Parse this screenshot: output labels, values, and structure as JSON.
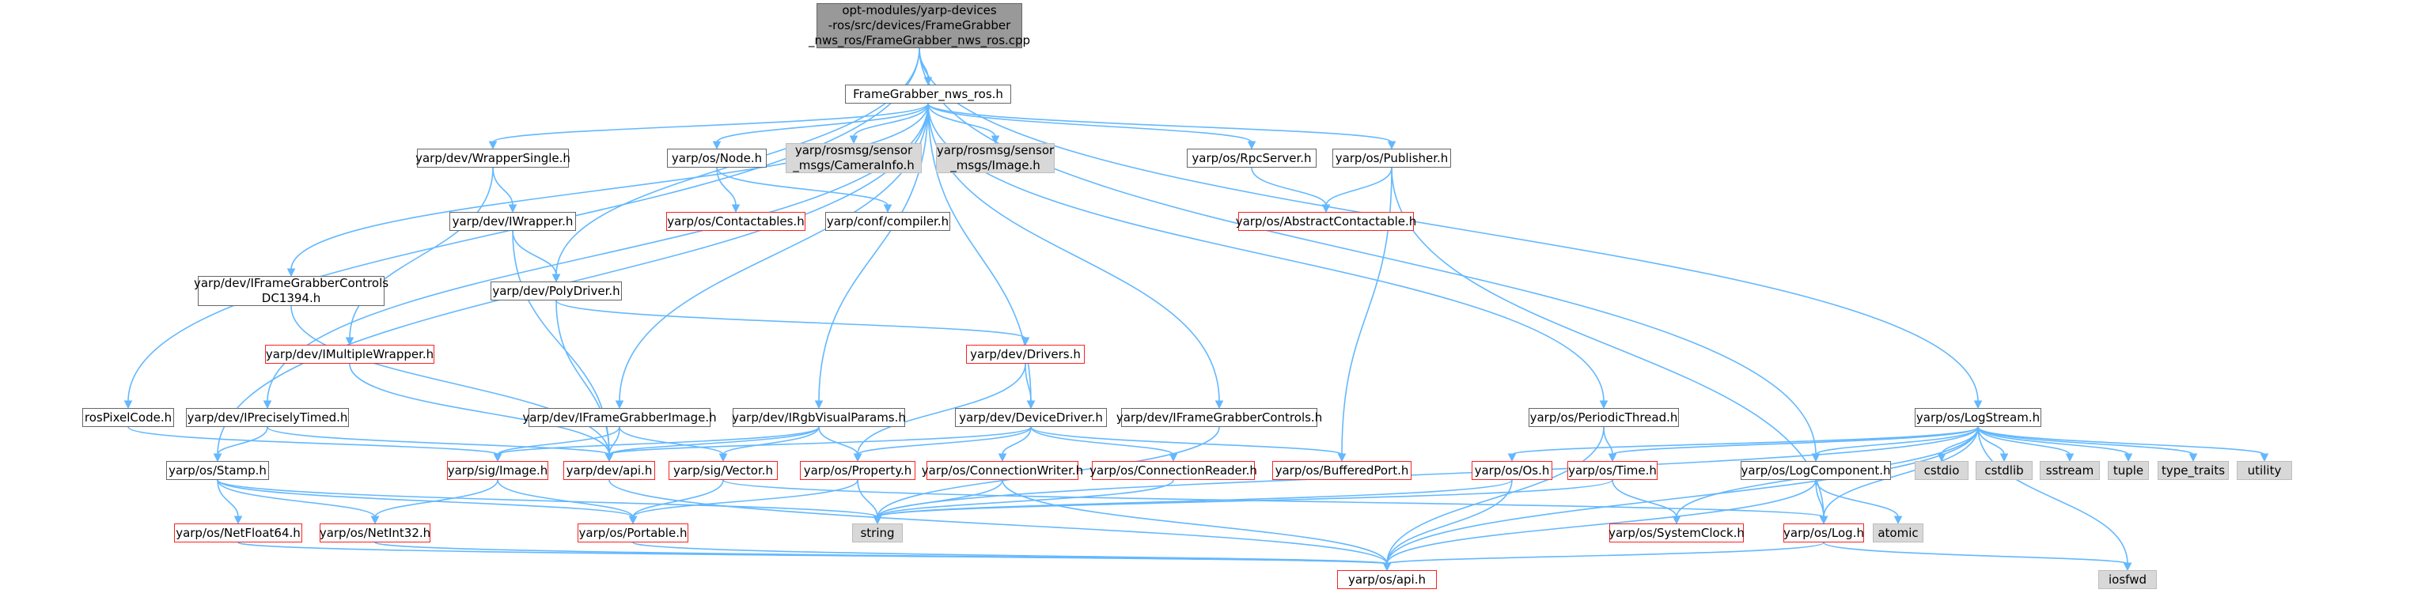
{
  "diagram": {
    "type": "include-dependency-graph",
    "edge_color": "#63B8FF",
    "nodes": [
      {
        "id": "root",
        "label": "opt-modules/yarp-devices\n-ros/src/devices/FrameGrabber\n_nws_ros/FrameGrabber_nws_ros.cpp",
        "style": "root"
      },
      {
        "id": "fgh",
        "label": "FrameGrabber_nws_ros.h",
        "style": "normal"
      },
      {
        "id": "wsingle",
        "label": "yarp/dev/WrapperSingle.h",
        "style": "normal"
      },
      {
        "id": "node",
        "label": "yarp/os/Node.h",
        "style": "normal"
      },
      {
        "id": "caminfo",
        "label": "yarp/rosmsg/sensor\n_msgs/CameraInfo.h",
        "style": "gray"
      },
      {
        "id": "rosimg",
        "label": "yarp/rosmsg/sensor\n_msgs/Image.h",
        "style": "gray"
      },
      {
        "id": "rpc",
        "label": "yarp/os/RpcServer.h",
        "style": "normal"
      },
      {
        "id": "pub",
        "label": "yarp/os/Publisher.h",
        "style": "normal"
      },
      {
        "id": "contactables",
        "label": "yarp/os/Contactables.h",
        "style": "red"
      },
      {
        "id": "compiler",
        "label": "yarp/conf/compiler.h",
        "style": "normal"
      },
      {
        "id": "iwrapper",
        "label": "yarp/dev/IWrapper.h",
        "style": "normal"
      },
      {
        "id": "abscont",
        "label": "yarp/os/AbstractContactable.h",
        "style": "red"
      },
      {
        "id": "ifgc1394",
        "label": "yarp/dev/IFrameGrabberControls\nDC1394.h",
        "style": "normal"
      },
      {
        "id": "polydrv",
        "label": "yarp/dev/PolyDriver.h",
        "style": "normal"
      },
      {
        "id": "imultiwrap",
        "label": "yarp/dev/IMultipleWrapper.h",
        "style": "red"
      },
      {
        "id": "drivers",
        "label": "yarp/dev/Drivers.h",
        "style": "red"
      },
      {
        "id": "rospix",
        "label": "rosPixelCode.h",
        "style": "normal"
      },
      {
        "id": "iprecise",
        "label": "yarp/dev/IPreciselyTimed.h",
        "style": "normal"
      },
      {
        "id": "ifgimage",
        "label": "yarp/dev/IFrameGrabberImage.h",
        "style": "normal"
      },
      {
        "id": "irgb",
        "label": "yarp/dev/IRgbVisualParams.h",
        "style": "normal"
      },
      {
        "id": "devdrv",
        "label": "yarp/dev/DeviceDriver.h",
        "style": "normal"
      },
      {
        "id": "ifgctrl",
        "label": "yarp/dev/IFrameGrabberControls.h",
        "style": "normal"
      },
      {
        "id": "perthread",
        "label": "yarp/os/PeriodicThread.h",
        "style": "normal"
      },
      {
        "id": "logstream",
        "label": "yarp/os/LogStream.h",
        "style": "normal"
      },
      {
        "id": "stamp",
        "label": "yarp/os/Stamp.h",
        "style": "normal"
      },
      {
        "id": "sigimage",
        "label": "yarp/sig/Image.h",
        "style": "red"
      },
      {
        "id": "devapi",
        "label": "yarp/dev/api.h",
        "style": "red"
      },
      {
        "id": "sigvector",
        "label": "yarp/sig/Vector.h",
        "style": "red"
      },
      {
        "id": "property",
        "label": "yarp/os/Property.h",
        "style": "red"
      },
      {
        "id": "connwriter",
        "label": "yarp/os/ConnectionWriter.h",
        "style": "red"
      },
      {
        "id": "connreader",
        "label": "yarp/os/ConnectionReader.h",
        "style": "red"
      },
      {
        "id": "bufport",
        "label": "yarp/os/BufferedPort.h",
        "style": "red"
      },
      {
        "id": "osos",
        "label": "yarp/os/Os.h",
        "style": "red"
      },
      {
        "id": "ostime",
        "label": "yarp/os/Time.h",
        "style": "red"
      },
      {
        "id": "logcomp",
        "label": "yarp/os/LogComponent.h",
        "style": "normal"
      },
      {
        "id": "cstdio",
        "label": "cstdio",
        "style": "gray"
      },
      {
        "id": "cstdlib",
        "label": "cstdlib",
        "style": "gray"
      },
      {
        "id": "sstream",
        "label": "sstream",
        "style": "gray"
      },
      {
        "id": "tuple",
        "label": "tuple",
        "style": "gray"
      },
      {
        "id": "typetraits",
        "label": "type_traits",
        "style": "gray"
      },
      {
        "id": "utility",
        "label": "utility",
        "style": "gray"
      },
      {
        "id": "nf64",
        "label": "yarp/os/NetFloat64.h",
        "style": "red"
      },
      {
        "id": "ni32",
        "label": "yarp/os/NetInt32.h",
        "style": "red"
      },
      {
        "id": "portable",
        "label": "yarp/os/Portable.h",
        "style": "red"
      },
      {
        "id": "string",
        "label": "string",
        "style": "gray"
      },
      {
        "id": "sysclock",
        "label": "yarp/os/SystemClock.h",
        "style": "red"
      },
      {
        "id": "oslog",
        "label": "yarp/os/Log.h",
        "style": "red"
      },
      {
        "id": "atomic",
        "label": "atomic",
        "style": "gray"
      },
      {
        "id": "osapi",
        "label": "yarp/os/api.h",
        "style": "red"
      },
      {
        "id": "iosfwd",
        "label": "iosfwd",
        "style": "gray"
      }
    ],
    "edges": [
      [
        "root",
        "fgh"
      ],
      [
        "root",
        "rospix"
      ],
      [
        "root",
        "polydrv"
      ],
      [
        "root",
        "logcomp"
      ],
      [
        "root",
        "logstream"
      ],
      [
        "fgh",
        "stamp"
      ],
      [
        "fgh",
        "iprecise"
      ],
      [
        "fgh",
        "ifgc1394"
      ],
      [
        "fgh",
        "ifgimage"
      ],
      [
        "fgh",
        "wsingle"
      ],
      [
        "fgh",
        "node"
      ],
      [
        "fgh",
        "caminfo"
      ],
      [
        "fgh",
        "rosimg"
      ],
      [
        "fgh",
        "irgb"
      ],
      [
        "fgh",
        "devdrv"
      ],
      [
        "fgh",
        "ifgctrl"
      ],
      [
        "fgh",
        "rpc"
      ],
      [
        "fgh",
        "pub"
      ],
      [
        "fgh",
        "perthread"
      ],
      [
        "wsingle",
        "iwrapper"
      ],
      [
        "wsingle",
        "imultiwrap"
      ],
      [
        "node",
        "contactables"
      ],
      [
        "node",
        "compiler"
      ],
      [
        "rpc",
        "abscont"
      ],
      [
        "pub",
        "abscont"
      ],
      [
        "pub",
        "bufport"
      ],
      [
        "pub",
        "oslog"
      ],
      [
        "iwrapper",
        "polydrv"
      ],
      [
        "iwrapper",
        "devapi"
      ],
      [
        "ifgc1394",
        "devapi"
      ],
      [
        "polydrv",
        "drivers"
      ],
      [
        "polydrv",
        "devapi"
      ],
      [
        "imultiwrap",
        "devapi"
      ],
      [
        "drivers",
        "devdrv"
      ],
      [
        "drivers",
        "property"
      ],
      [
        "rospix",
        "sigimage"
      ],
      [
        "iprecise",
        "stamp"
      ],
      [
        "iprecise",
        "devapi"
      ],
      [
        "ifgimage",
        "sigimage"
      ],
      [
        "ifgimage",
        "sigvector"
      ],
      [
        "ifgimage",
        "devapi"
      ],
      [
        "irgb",
        "devapi"
      ],
      [
        "irgb",
        "sigvector"
      ],
      [
        "irgb",
        "property"
      ],
      [
        "irgb",
        "sigimage"
      ],
      [
        "devdrv",
        "property"
      ],
      [
        "devdrv",
        "connwriter"
      ],
      [
        "devdrv",
        "connreader"
      ],
      [
        "devdrv",
        "bufport"
      ],
      [
        "devdrv",
        "devapi"
      ],
      [
        "ifgctrl",
        "string"
      ],
      [
        "perthread",
        "osapi"
      ],
      [
        "perthread",
        "ostime"
      ],
      [
        "logstream",
        "string"
      ],
      [
        "logstream",
        "osos"
      ],
      [
        "logstream",
        "ostime"
      ],
      [
        "logstream",
        "logcomp"
      ],
      [
        "logstream",
        "cstdio"
      ],
      [
        "logstream",
        "cstdlib"
      ],
      [
        "logstream",
        "sstream"
      ],
      [
        "logstream",
        "tuple"
      ],
      [
        "logstream",
        "typetraits"
      ],
      [
        "logstream",
        "utility"
      ],
      [
        "logstream",
        "sysclock"
      ],
      [
        "logstream",
        "oslog"
      ],
      [
        "logstream",
        "osapi"
      ],
      [
        "logstream",
        "iosfwd"
      ],
      [
        "stamp",
        "nf64"
      ],
      [
        "stamp",
        "ni32"
      ],
      [
        "stamp",
        "portable"
      ],
      [
        "stamp",
        "string"
      ],
      [
        "sigimage",
        "ni32"
      ],
      [
        "sigimage",
        "portable"
      ],
      [
        "devapi",
        "osapi"
      ],
      [
        "sigvector",
        "portable"
      ],
      [
        "sigvector",
        "oslog"
      ],
      [
        "property",
        "portable"
      ],
      [
        "property",
        "string"
      ],
      [
        "connwriter",
        "string"
      ],
      [
        "connwriter",
        "osapi"
      ],
      [
        "connreader",
        "string"
      ],
      [
        "osos",
        "string"
      ],
      [
        "osos",
        "osapi"
      ],
      [
        "ostime",
        "string"
      ],
      [
        "ostime",
        "sysclock"
      ],
      [
        "logcomp",
        "oslog"
      ],
      [
        "logcomp",
        "atomic"
      ],
      [
        "logcomp",
        "osapi"
      ],
      [
        "nf64",
        "osapi"
      ],
      [
        "ni32",
        "osapi"
      ],
      [
        "portable",
        "osapi"
      ],
      [
        "oslog",
        "osapi"
      ],
      [
        "oslog",
        "iosfwd"
      ]
    ]
  }
}
